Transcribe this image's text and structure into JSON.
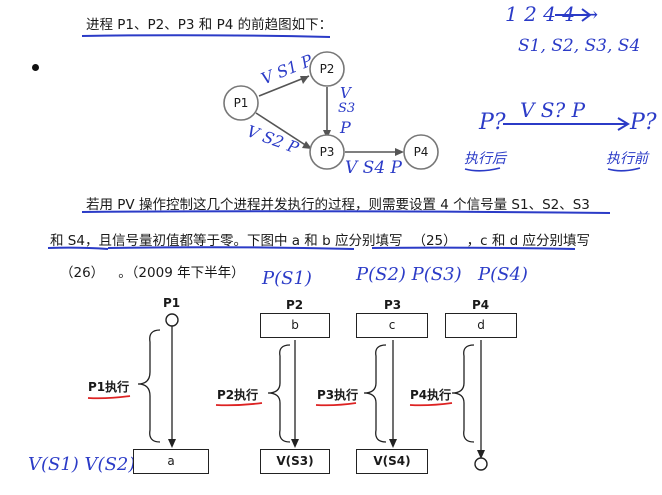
{
  "question": {
    "intro": "进程 P1、P2、P3 和 P4 的前趋图如下：",
    "line1": "若用 PV 操作控制这几个进程并发执行的过程，则需要设置 4 个信号量 S1、S2、S3",
    "line2_a": "和 S4，且信号量初值都等于零。下图中 a 和 b 应分别填写",
    "blank25": "（25）",
    "line2_b": "，c 和 d 应分别填写",
    "blank26": "（26）",
    "line3_tail": "。（2009 年下半年）"
  },
  "graph": {
    "nodes": [
      "P1",
      "P2",
      "P3",
      "P4"
    ]
  },
  "process_diagram": {
    "columns": [
      {
        "name": "P1",
        "top_box": "",
        "exec_label": "P1执行",
        "bottom_box": "a"
      },
      {
        "name": "P2",
        "top_box": "b",
        "exec_label": "P2执行",
        "bottom_box": "V(S3)"
      },
      {
        "name": "P3",
        "top_box": "c",
        "exec_label": "P3执行",
        "bottom_box": "V(S4)"
      },
      {
        "name": "P4",
        "top_box": "d",
        "exec_label": "P4执行",
        "bottom_box": ""
      }
    ]
  },
  "annotations": {
    "top_right_1": "1 2 4 4 →",
    "top_right_2": "S1, S2, S3, S4",
    "edge_p1_p2": "V S1 P",
    "edge_p1_p3": "V S2 P",
    "edge_p2_p3_v": "V",
    "edge_p2_p3_s": "S3",
    "edge_p2_p3_p": "P",
    "edge_p3_p4": "V S4 P",
    "right_p_left": "P?",
    "right_mid": "V   S?   P",
    "right_p_right": "P?",
    "right_note_left": "执行后",
    "right_note_right": "执行前",
    "p2_hint": "P(S1)",
    "p3_hint": "P(S2) P(S3)",
    "p4_hint": "P(S4)",
    "p1_hint": "V(S1) V(S2)"
  },
  "colors": {
    "ink": "#2b3bc7",
    "marker_red": "#d22",
    "text": "#1a1a1a"
  }
}
